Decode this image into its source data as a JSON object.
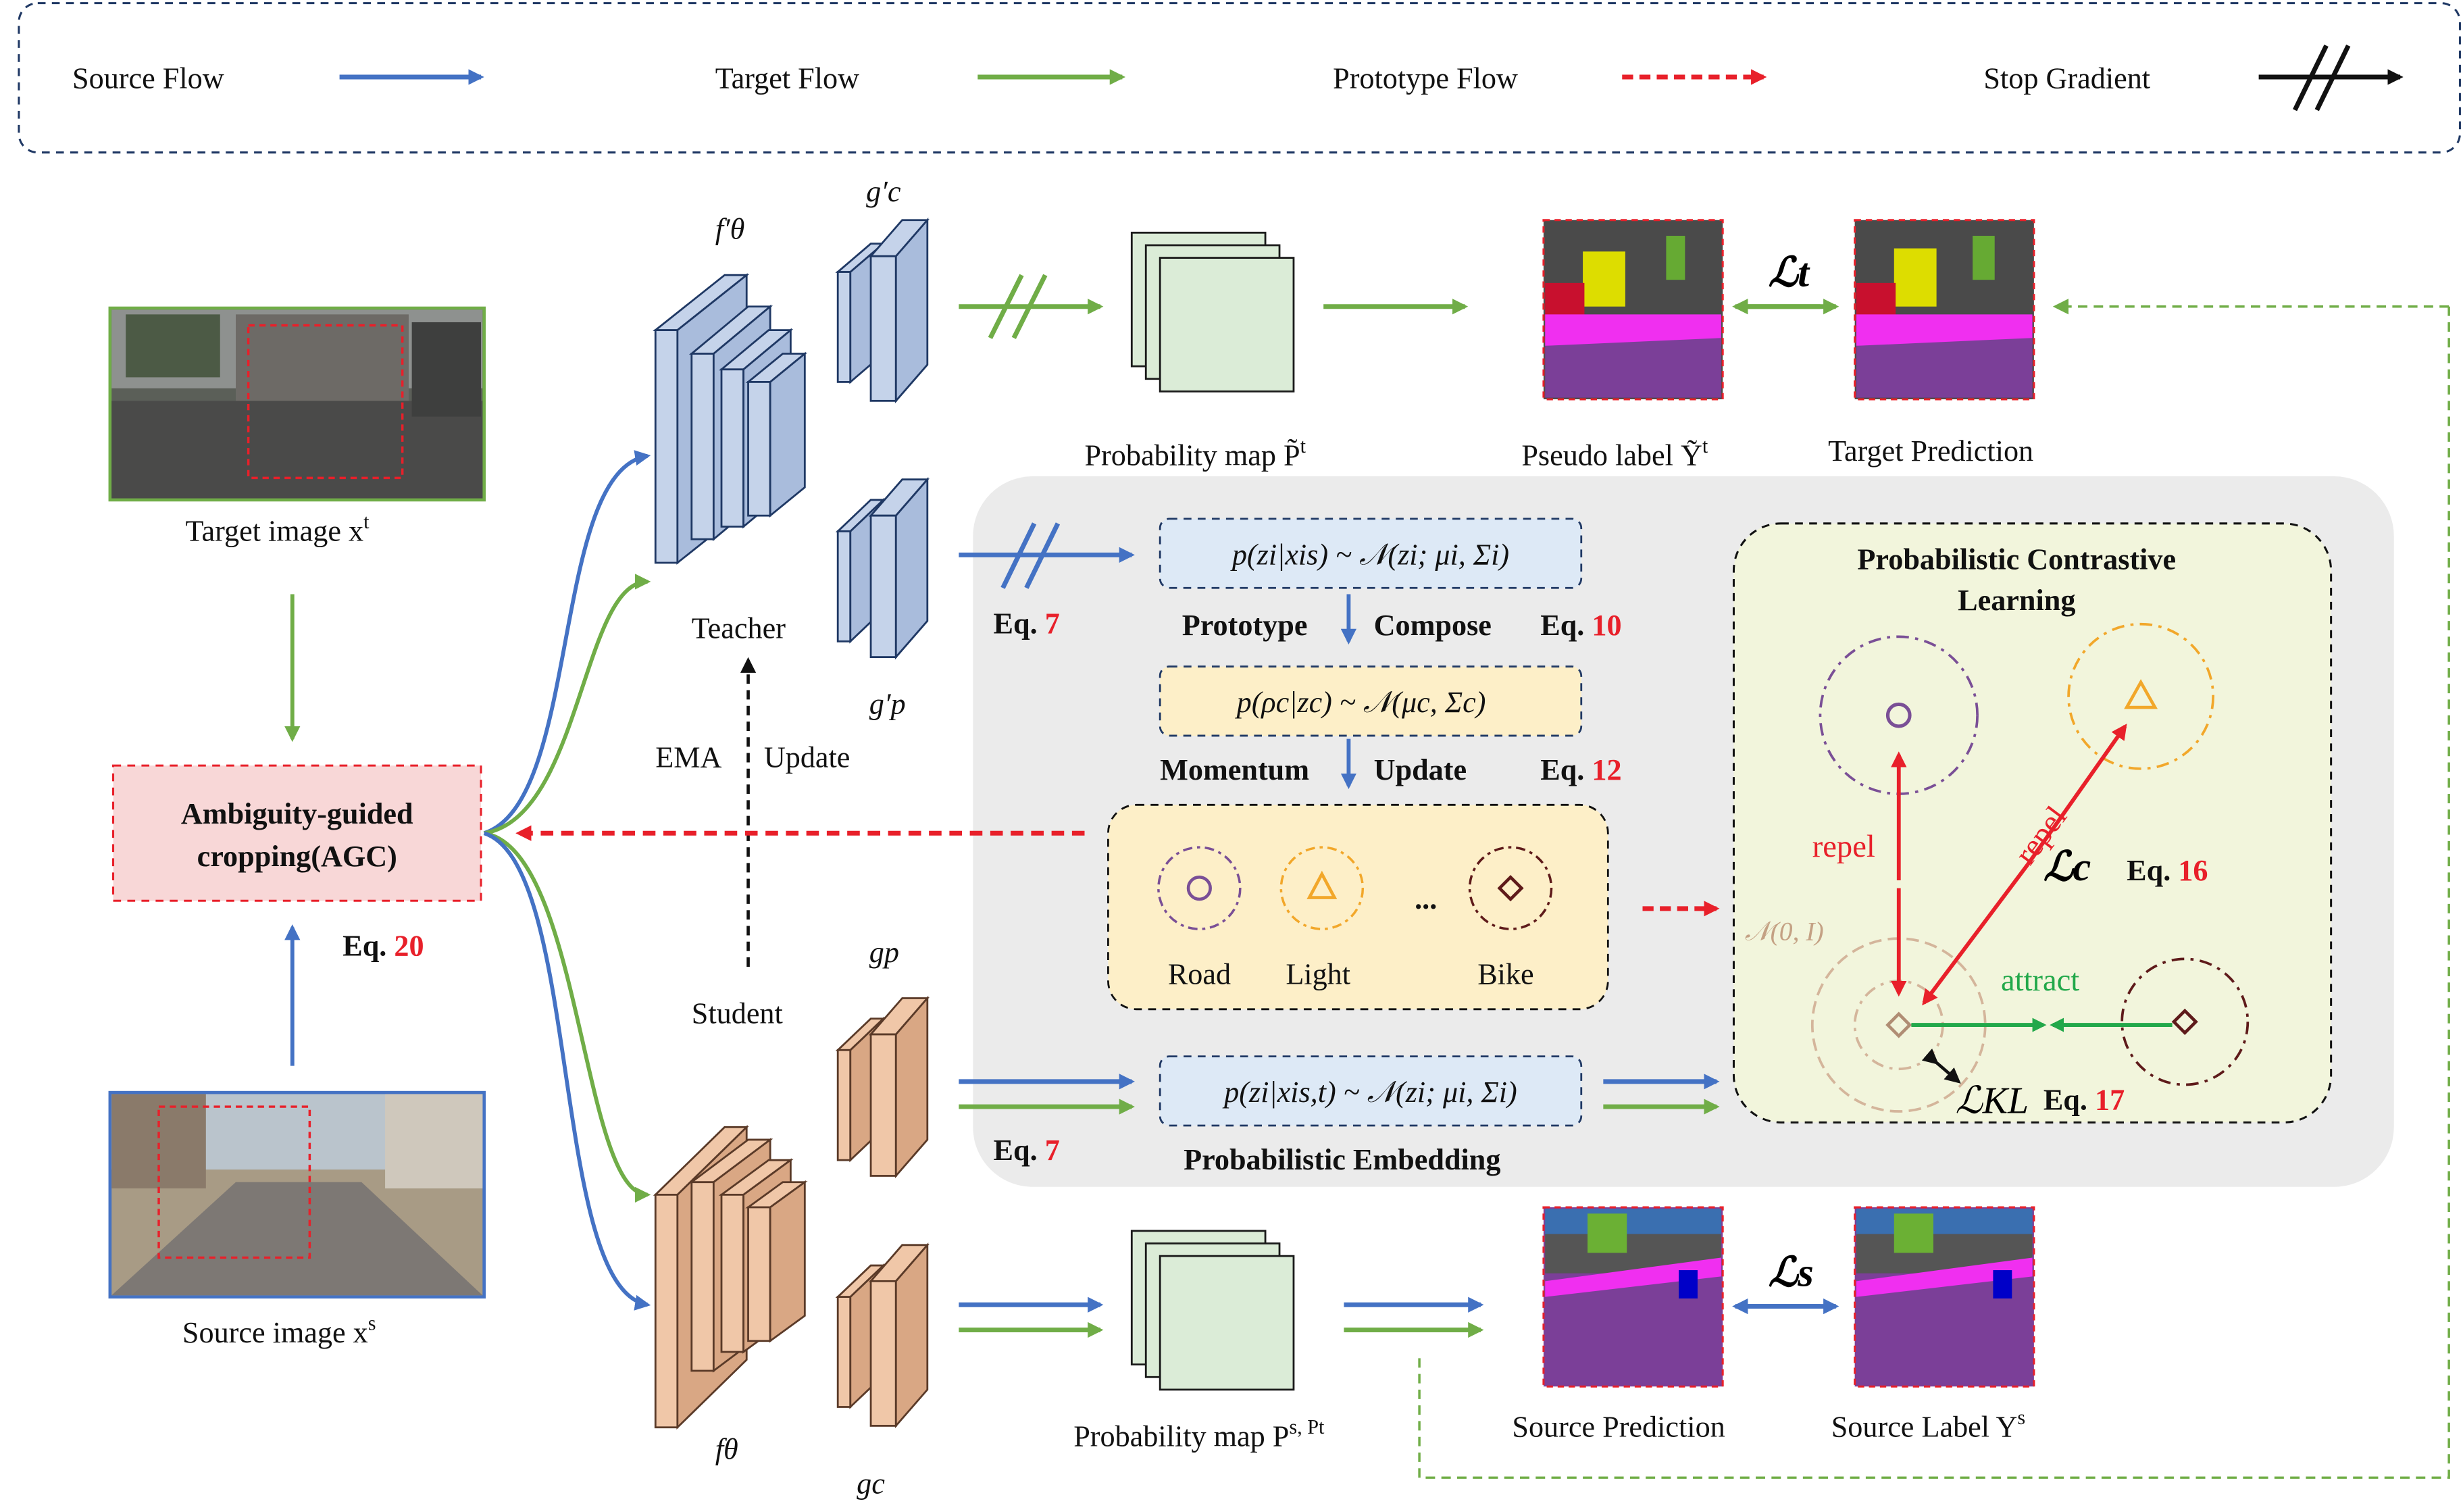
{
  "legend": {
    "source_flow": "Source Flow",
    "target_flow": "Target Flow",
    "prototype_flow": "Prototype Flow",
    "stop_gradient": "Stop Gradient"
  },
  "images": {
    "target_image": "Target image x",
    "target_image_sup": "t",
    "source_image": "Source image x",
    "source_image_sup": "s"
  },
  "agc": {
    "line1": "Ambiguity-guided",
    "line2": "cropping(AGC)",
    "eq_label": "Eq.",
    "eq_num": "20"
  },
  "network": {
    "teacher": "Teacher",
    "student": "Student",
    "ema": "EMA",
    "update": "Update",
    "f_theta_prime": "f′θ",
    "f_theta": "fθ",
    "g_c_prime": "g′c",
    "g_p_prime": "g′p",
    "g_p": "gp",
    "g_c": "gc"
  },
  "top_branch": {
    "prob_map": "Probability map P̃",
    "prob_map_sup": "t",
    "pseudo_label": "Pseudo label Ỹ",
    "pseudo_label_sup": "t",
    "target_prediction": "Target Prediction",
    "loss_t": "ℒt"
  },
  "bottom_branch": {
    "prob_map": "Probability map P",
    "prob_map_sup": "s, P",
    "prob_map_sup2": "t",
    "source_prediction": "Source Prediction",
    "source_label": "Source Label Y",
    "source_label_sup": "s",
    "loss_s": "ℒs"
  },
  "formulas": {
    "f1": "p(zi|xis) ~ 𝒩(zi; μi, Σi)",
    "f2": "p(ρc|zc) ~ 𝒩(μc, Σc)",
    "f3": "p(zi|xis,t) ~ 𝒩(zi; μi, Σi)"
  },
  "steps": {
    "prototype": "Prototype",
    "compose": "Compose",
    "momentum": "Momentum",
    "update": "Update",
    "prob_embedding": "Probabilistic Embedding"
  },
  "equations": {
    "eq_label": "Eq.",
    "eq7": "7",
    "eq10": "10",
    "eq12": "12",
    "eq16": "16",
    "eq17": "17"
  },
  "prototypes": {
    "road": "Road",
    "light": "Light",
    "ellipsis": "...",
    "bike": "Bike"
  },
  "pcl": {
    "title1": "Probabilistic Contrastive",
    "title2": "Learning",
    "repel": "repel",
    "attract": "attract",
    "prior": "𝒩(0, I)",
    "loss_c": "ℒc",
    "loss_kl": "ℒKL"
  },
  "colors": {
    "source_flow": "#4472c4",
    "target_flow": "#70ad47",
    "prototype_flow": "#e8202a",
    "teacher": "#c5d3ea",
    "student": "#e8b99a",
    "agc_fill": "#f8d7d7",
    "pcl_fill": "#f2f5dc",
    "panel_fill": "#ebebeb"
  }
}
